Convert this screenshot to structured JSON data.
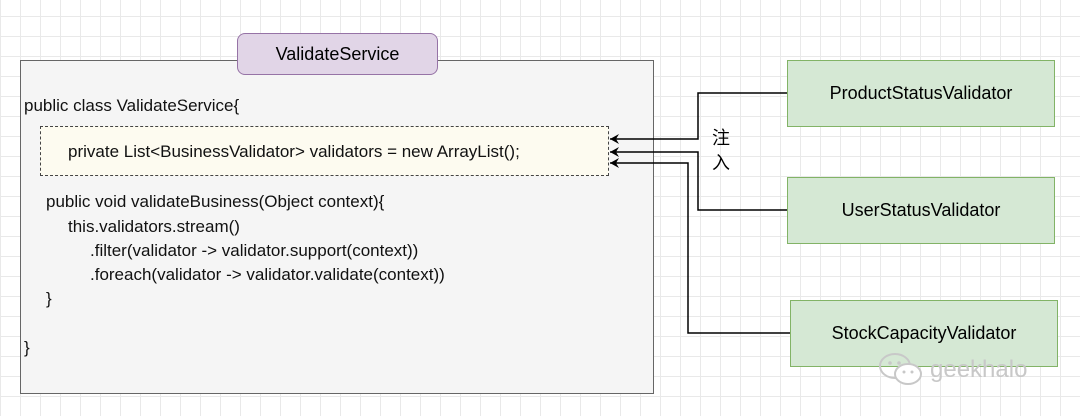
{
  "title": "ValidateService",
  "code": {
    "class_decl": "public class ValidateService{",
    "field": "private List<BusinessValidator> validators = new ArrayList();",
    "method_decl": "public void validateBusiness(Object context){",
    "stream": "this.validators.stream()",
    "filter": ".filter(validator -> validator.support(context))",
    "foreach": ".foreach(validator -> validator.validate(context))",
    "method_close": "}",
    "class_close": "}"
  },
  "validators": [
    {
      "label": "ProductStatusValidator"
    },
    {
      "label": "UserStatusValidator"
    },
    {
      "label": "StockCapacityValidator"
    }
  ],
  "inject_label": [
    "注",
    "入"
  ],
  "watermark": "geekhalo",
  "colors": {
    "title_fill": "#e1d5e7",
    "title_stroke": "#9673a6",
    "validator_fill": "#d5e8d4",
    "validator_stroke": "#82b366",
    "main_fill": "#f5f5f5",
    "field_fill": "#fdfbf0"
  }
}
